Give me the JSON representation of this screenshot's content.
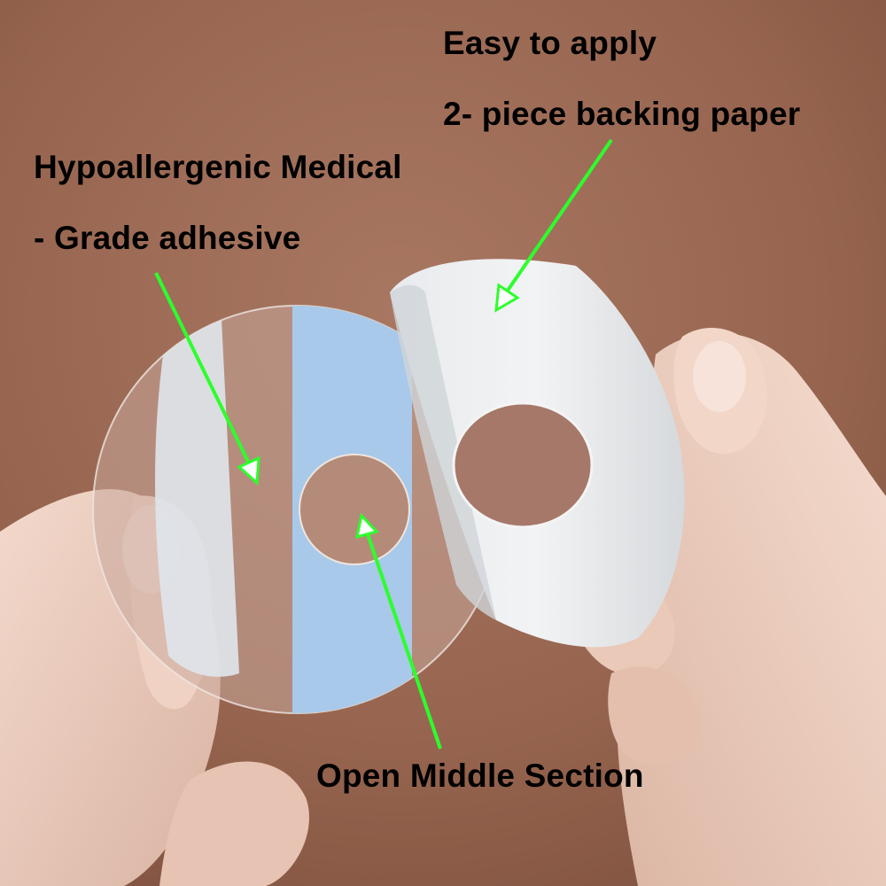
{
  "labels": {
    "easy_to_apply": "Easy to apply",
    "backing_paper": "2- piece backing paper",
    "hypoallergenic_line1": "Hypoallergenic Medical",
    "hypoallergenic_line2": "- Grade adhesive",
    "open_middle": "Open Middle Section"
  },
  "colors": {
    "background": "#9a6a55",
    "arrow": "#2cff2c",
    "liner_blue": "#9cc2e6",
    "text": "#000000"
  }
}
